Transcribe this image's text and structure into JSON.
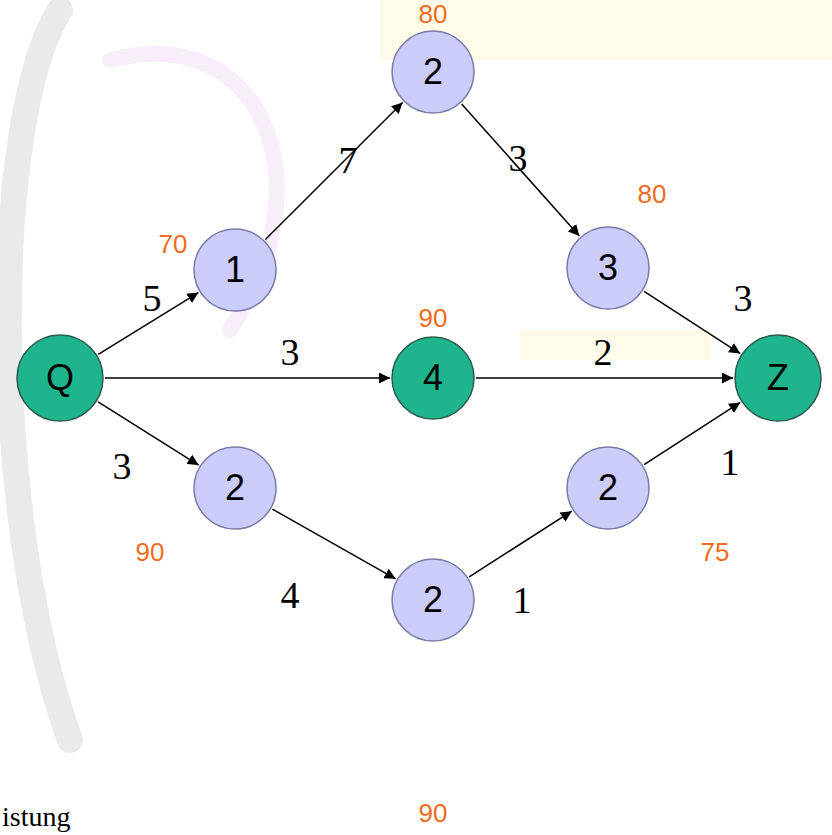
{
  "diagram": {
    "nodes": [
      {
        "text": [
          "Q"
        ]
      },
      {
        "text": [
          "1",
          "70"
        ]
      },
      {
        "text": [
          "2",
          "80"
        ]
      },
      {
        "text": [
          "3",
          "80"
        ]
      },
      {
        "text": [
          "4",
          "90"
        ]
      },
      {
        "text": [
          "Z"
        ]
      },
      {
        "text": [
          "2",
          "90"
        ]
      },
      {
        "text": [
          "2",
          "90"
        ]
      },
      {
        "text": [
          "2",
          "75"
        ]
      }
    ],
    "edges": [
      {
        "from": 0,
        "to": 1,
        "arrow": "to",
        "label": "5"
      },
      {
        "from": 1,
        "to": 2,
        "arrow": "to",
        "label": "7"
      },
      {
        "from": 2,
        "to": 3,
        "arrow": "to",
        "label": "3"
      },
      {
        "from": 3,
        "to": 5,
        "arrow": "to",
        "label": "3"
      },
      {
        "from": 0,
        "to": 4,
        "arrow": "to",
        "label": "3"
      },
      {
        "from": 4,
        "to": 5,
        "arrow": "to",
        "label": "2"
      },
      {
        "from": 0,
        "to": 6,
        "arrow": "to",
        "label": "3"
      },
      {
        "from": 6,
        "to": 7,
        "arrow": "to",
        "label": "4"
      },
      {
        "from": 7,
        "to": 8,
        "arrow": "to",
        "label": "1"
      },
      {
        "from": 8,
        "to": 5,
        "arrow": "to",
        "label": "1"
      }
    ],
    "labels": [
      "istung"
    ]
  }
}
